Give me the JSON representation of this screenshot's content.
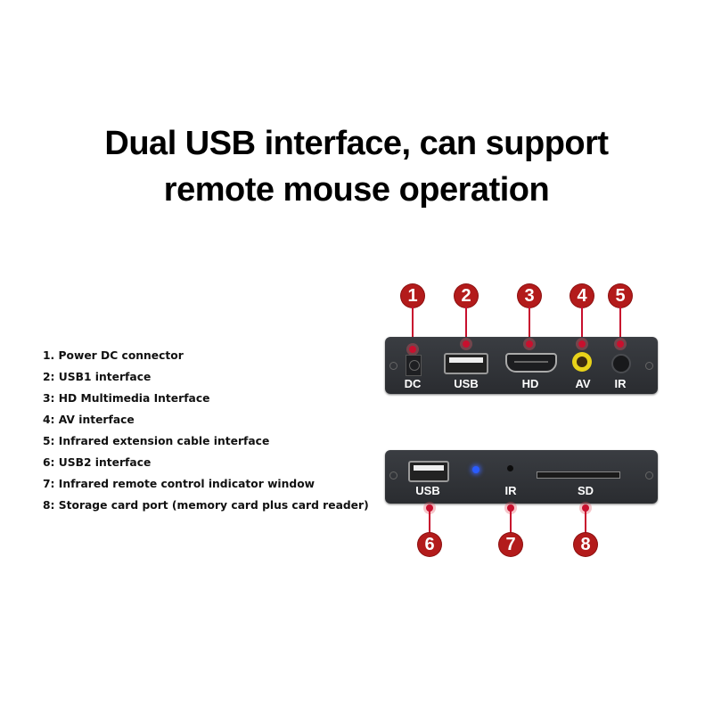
{
  "heading": {
    "line1": "Dual USB interface, can support",
    "line2": "remote mouse operation"
  },
  "legend": [
    "1. Power DC connector",
    "2: USB1 interface",
    "3: HD Multimedia Interface",
    "4: AV interface",
    "5: Infrared extension cable interface",
    "6: USB2 interface",
    "7: Infrared remote control indicator window",
    "8: Storage card port (memory card plus card reader)"
  ],
  "front_panel": {
    "ports": [
      {
        "number": "1",
        "label": "DC"
      },
      {
        "number": "2",
        "label": "USB"
      },
      {
        "number": "3",
        "label": "HD"
      },
      {
        "number": "4",
        "label": "AV"
      },
      {
        "number": "5",
        "label": "IR"
      }
    ]
  },
  "back_panel": {
    "ports": [
      {
        "number": "6",
        "label": "USB"
      },
      {
        "number": "7",
        "label": "IR"
      },
      {
        "number": "8",
        "label": "SD"
      }
    ]
  },
  "colors": {
    "badge": "#b31b1b",
    "leader_line": "#c8102e",
    "panel": "#2f3236",
    "av_ring": "#e8d21a",
    "led": "#2a5cff"
  }
}
